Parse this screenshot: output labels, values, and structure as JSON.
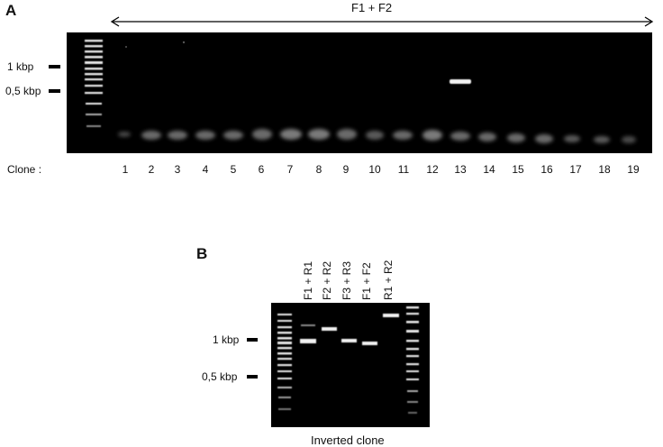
{
  "panelA": {
    "letter": "A",
    "header": "F1 + F2",
    "ladder_labels": [
      "1 kbp",
      "0,5 kbp"
    ],
    "clone_label": "Clone :",
    "lanes": [
      "1",
      "2",
      "3",
      "4",
      "5",
      "6",
      "7",
      "8",
      "9",
      "10",
      "11",
      "12",
      "13",
      "14",
      "15",
      "16",
      "17",
      "18",
      "19"
    ]
  },
  "panelB": {
    "letter": "B",
    "lane_labels": [
      "F1 + R1",
      "F2 + R2",
      "F3 + R3",
      "F1 + F2",
      "R1 + R2"
    ],
    "ladder_labels": [
      "1 kbp",
      "0,5 kbp"
    ],
    "caption": "Inverted clone"
  }
}
